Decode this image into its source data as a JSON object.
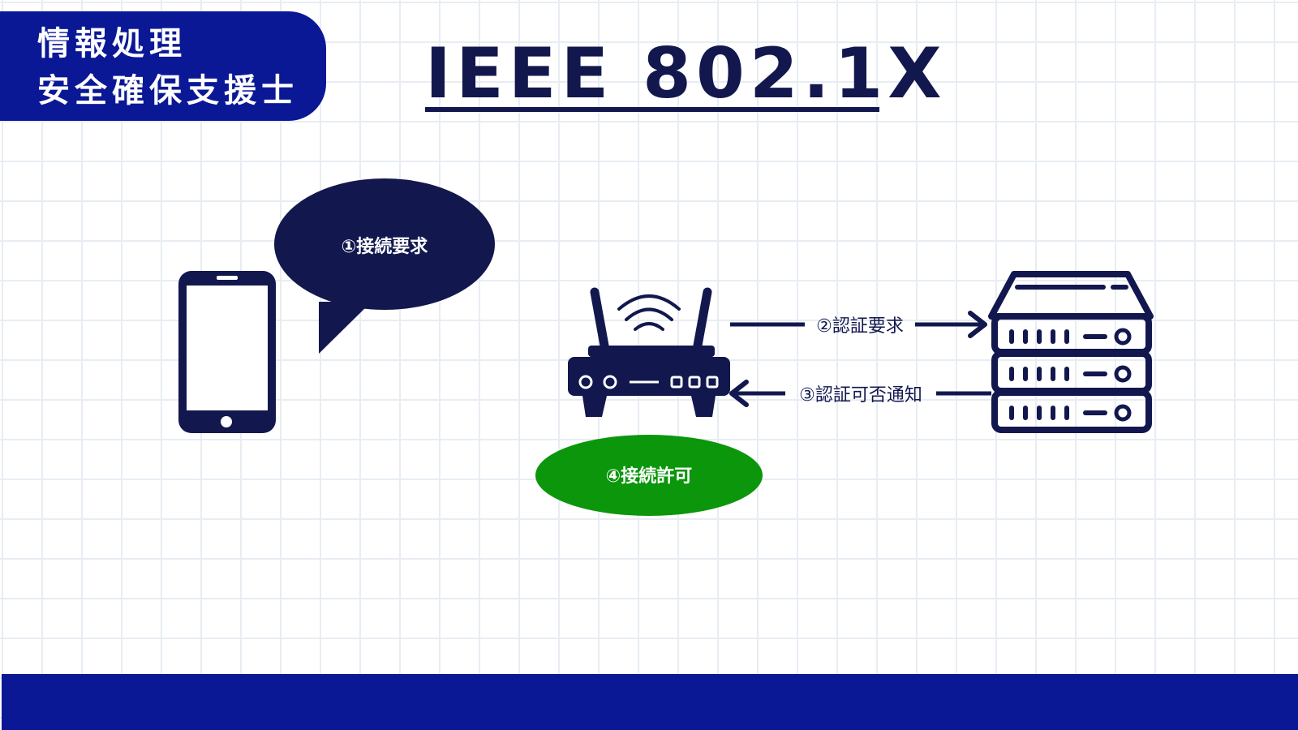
{
  "header": {
    "badge_line1": "情報処理",
    "badge_line2": "安全確保支援士",
    "title": "IEEE 802.1X"
  },
  "diagram": {
    "nodes": {
      "smartphone": "smartphone-icon",
      "router": "wifi-router-icon",
      "server": "server-rack-icon"
    },
    "steps": {
      "step1_connection_request": "①接続要求",
      "step2_auth_request": "②認証要求",
      "step3_auth_result_notice": "③認証可否通知",
      "step4_connection_permit": "④接続許可"
    }
  },
  "colors": {
    "navy": "#12184e",
    "badge_blue": "#0a1896",
    "green": "#0b960b",
    "grid": "#e8edf3",
    "white": "#ffffff"
  }
}
